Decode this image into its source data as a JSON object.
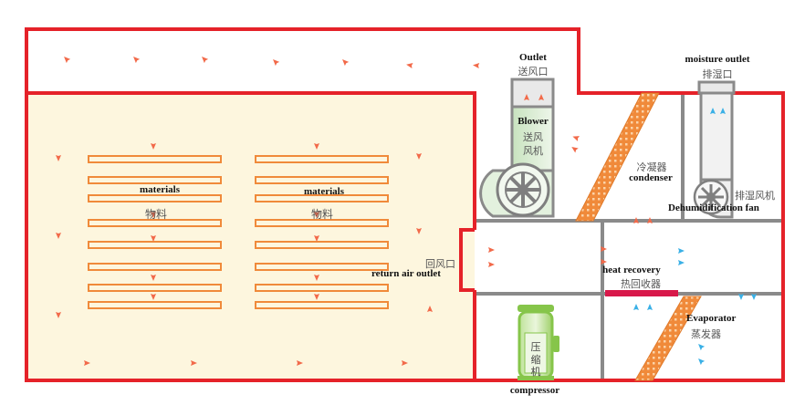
{
  "labels": {
    "outlet": "Outlet",
    "outlet_zh": "送风口",
    "moisture_outlet": "moisture outlet",
    "moisture_outlet_zh": "排湿口",
    "blower": "Blower",
    "blower_zh_1": "送风",
    "blower_zh_2": "风机",
    "condenser_zh": "冷凝器",
    "condenser": "condenser",
    "dehumid_fan_zh": "排湿风机",
    "dehumid_fan": "Dehumidification fan",
    "materials_left": "materials",
    "materials_left_zh": "物料",
    "materials_right": "materials",
    "materials_right_zh": "物料",
    "return_air_zh": "回风口",
    "return_air": "return air outlet",
    "heat_recovery": "heat recovery",
    "heat_recovery_zh": "热回收器",
    "evaporator": "Evaporator",
    "evaporator_zh": "蒸发器",
    "compressor_zh_1": "压",
    "compressor_zh_2": "缩",
    "compressor_zh_3": "机",
    "compressor": "compressor"
  },
  "colors": {
    "wall": "#e52229",
    "partition": "#8a8a8a",
    "drying_room": "#fdf6de",
    "tray": "#f08a3a",
    "warm_arrow": "#f26a4a",
    "cool_arrow": "#3ab0e6",
    "coil": "#f08a3a",
    "compressor": "#86c54a",
    "machine": "#a9a9a9"
  }
}
